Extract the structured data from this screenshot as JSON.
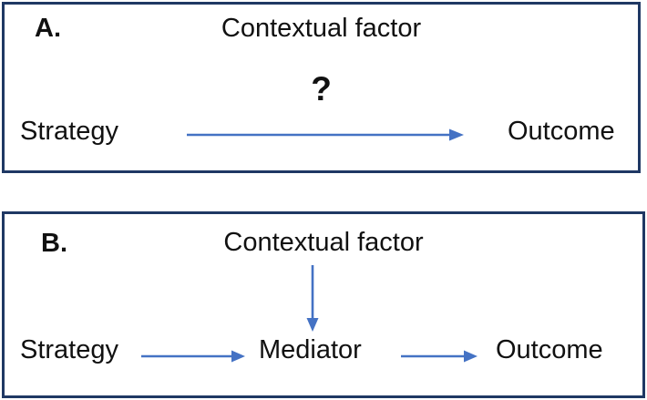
{
  "figure": {
    "panel_a": {
      "label": "A.",
      "top_text": "Contextual factor",
      "question_mark": "?",
      "left_node": "Strategy",
      "right_node": "Outcome"
    },
    "panel_b": {
      "label": "B.",
      "top_text": "Contextual factor",
      "left_node": "Strategy",
      "middle_node": "Mediator",
      "right_node": "Outcome"
    }
  },
  "colors": {
    "arrow_blue": "#4472C4",
    "panel_border_navy": "#1F3864",
    "text_black": "#111111",
    "background": "#ffffff"
  }
}
